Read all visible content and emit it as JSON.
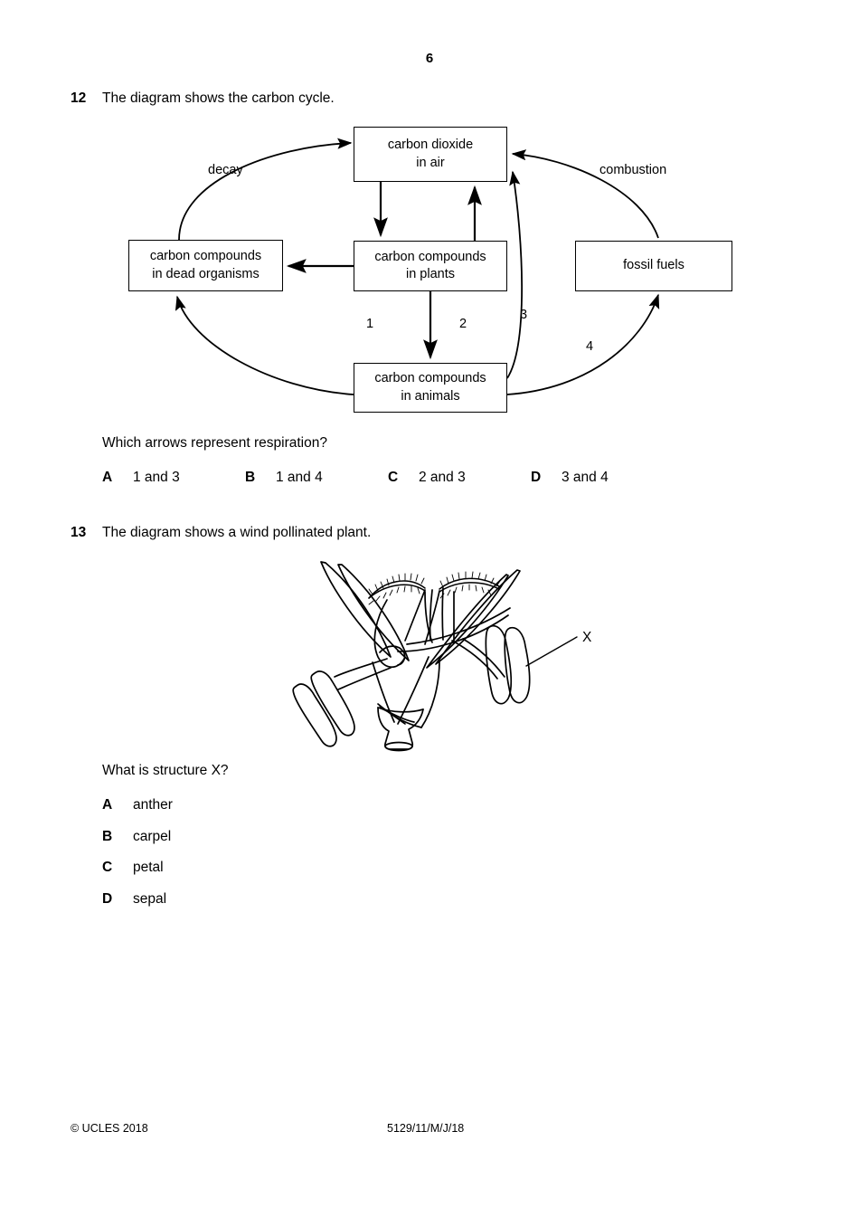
{
  "page": {
    "number": "6"
  },
  "questions": [
    {
      "number": "12",
      "stem": "The diagram shows the carbon cycle.",
      "question": "Which arrows represent respiration?",
      "options": [
        {
          "letter": "A",
          "text": "1 and 3"
        },
        {
          "letter": "B",
          "text": "1 and 4"
        },
        {
          "letter": "C",
          "text": "2 and 3"
        },
        {
          "letter": "D",
          "text": "3 and 4"
        }
      ],
      "diagram": {
        "name": "carbon-cycle-diagram",
        "boxes": [
          {
            "id": "co2",
            "line1": "carbon dioxide",
            "line2": "in air"
          },
          {
            "id": "dead",
            "line1": "carbon compounds",
            "line2": "in dead organisms"
          },
          {
            "id": "plants",
            "line1": "carbon compounds",
            "line2": "in plants"
          },
          {
            "id": "animals",
            "line1": "carbon compounds",
            "line2": "in animals"
          },
          {
            "id": "fossil",
            "line1": "fossil fuels",
            "line2": ""
          }
        ],
        "process_labels": {
          "decay": "decay",
          "combustion": "combustion"
        },
        "arrow_numbers": {
          "one": "1",
          "two": "2",
          "three": "3",
          "four": "4"
        }
      }
    },
    {
      "number": "13",
      "stem": "The diagram shows a wind pollinated plant.",
      "question": "What is structure X?",
      "options": [
        {
          "letter": "A",
          "text": "anther"
        },
        {
          "letter": "B",
          "text": "carpel"
        },
        {
          "letter": "C",
          "text": "petal"
        },
        {
          "letter": "D",
          "text": "sepal"
        }
      ],
      "diagram": {
        "name": "wind-pollinated-flower-diagram",
        "label_x": "X"
      }
    }
  ],
  "footer": {
    "copyright": "© UCLES 2018",
    "code": "5129/11/M/J/18"
  },
  "colors": {
    "ink": "#000000",
    "paper": "#ffffff"
  }
}
